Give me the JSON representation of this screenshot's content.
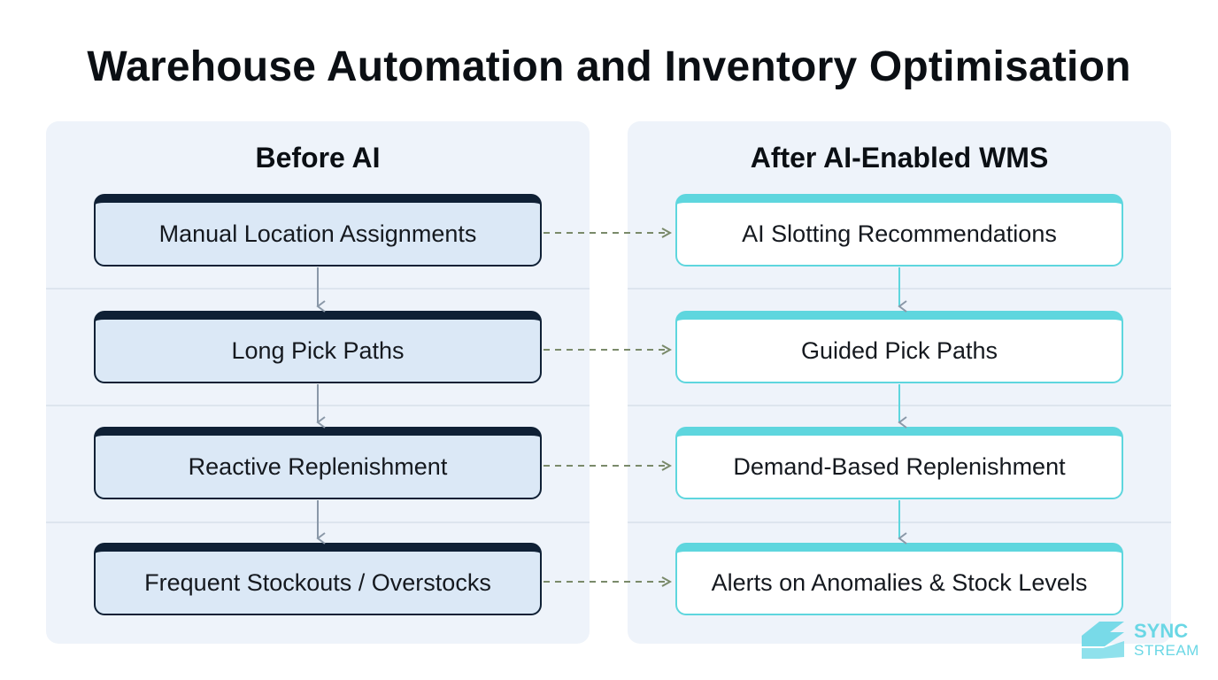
{
  "title": "Warehouse Automation and Inventory Optimisation",
  "before": {
    "heading": "Before AI",
    "items": [
      "Manual Location Assignments",
      "Long Pick Paths",
      "Reactive Replenishment",
      "Frequent Stockouts / Overstocks"
    ]
  },
  "after": {
    "heading": "After AI-Enabled WMS",
    "items": [
      "AI Slotting Recommendations",
      "Guided Pick Paths",
      "Demand-Based Replenishment",
      "Alerts on Anomalies & Stock Levels"
    ]
  },
  "logo": {
    "line1": "SYNC",
    "line2": "STREAM"
  },
  "colors": {
    "before_fill": "#dbe8f6",
    "before_border": "#0f2035",
    "after_border": "#5ed6de",
    "connector": "#7a8a6a",
    "arrow": "#8a98a8",
    "accent": "#6ad7e5"
  }
}
